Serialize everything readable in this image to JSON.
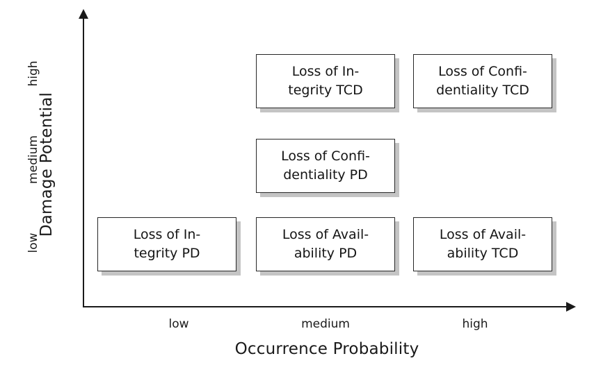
{
  "diagram": {
    "type": "risk-matrix",
    "x_axis": {
      "title": "Occurrence Probability",
      "ticks": [
        "low",
        "medium",
        "high"
      ]
    },
    "y_axis": {
      "title": "Damage Potential",
      "ticks": [
        "low",
        "medium",
        "high"
      ]
    },
    "colors": {
      "axis": "#1a1a1a",
      "box_border": "#262626",
      "box_fill": "#ffffff",
      "box_shadow": "#c4c4c4",
      "text": "#141414"
    },
    "cells": [
      {
        "id": "loss-of-integrity-tcd",
        "occurrence": "medium",
        "damage": "high",
        "line1": "Loss of In-",
        "line2": "tegrity TCD"
      },
      {
        "id": "loss-of-confidentiality-tcd",
        "occurrence": "high",
        "damage": "high",
        "line1": "Loss of Confi-",
        "line2": "dentiality TCD"
      },
      {
        "id": "loss-of-confidentiality-pd",
        "occurrence": "medium",
        "damage": "medium",
        "line1": "Loss of Confi-",
        "line2": "dentiality PD"
      },
      {
        "id": "loss-of-integrity-pd",
        "occurrence": "low",
        "damage": "low",
        "line1": "Loss of In-",
        "line2": "tegrity PD"
      },
      {
        "id": "loss-of-availability-pd",
        "occurrence": "medium",
        "damage": "low",
        "line1": "Loss of Avail-",
        "line2": "ability PD"
      },
      {
        "id": "loss-of-availability-tcd",
        "occurrence": "high",
        "damage": "low",
        "line1": "Loss of Avail-",
        "line2": "ability TCD"
      }
    ]
  }
}
